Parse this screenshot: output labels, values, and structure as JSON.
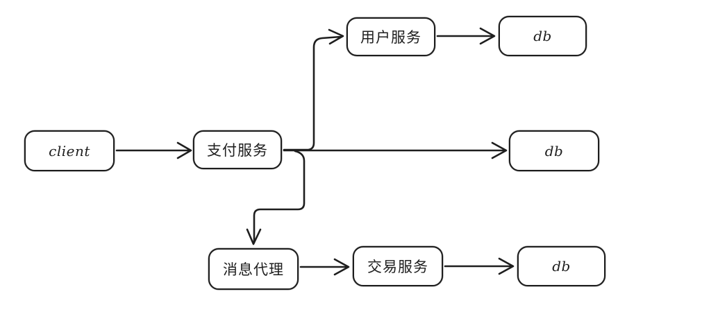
{
  "diagram": {
    "background_color": "#ffffff",
    "stroke_color": "#1e1e1e",
    "style": "hand-drawn",
    "nodes": [
      {
        "id": "client",
        "label": "client"
      },
      {
        "id": "payment-service",
        "label": "支付服务"
      },
      {
        "id": "user-service",
        "label": "用户服务"
      },
      {
        "id": "db-top",
        "label": "db"
      },
      {
        "id": "db-middle",
        "label": "db"
      },
      {
        "id": "message-broker",
        "label": "消息代理"
      },
      {
        "id": "transaction-service",
        "label": "交易服务"
      },
      {
        "id": "db-bottom",
        "label": "db"
      }
    ],
    "edges": [
      {
        "from": "client",
        "to": "payment-service"
      },
      {
        "from": "payment-service",
        "to": "user-service"
      },
      {
        "from": "payment-service",
        "to": "db-middle"
      },
      {
        "from": "payment-service",
        "to": "message-broker"
      },
      {
        "from": "user-service",
        "to": "db-top"
      },
      {
        "from": "message-broker",
        "to": "transaction-service"
      },
      {
        "from": "transaction-service",
        "to": "db-bottom"
      }
    ]
  }
}
